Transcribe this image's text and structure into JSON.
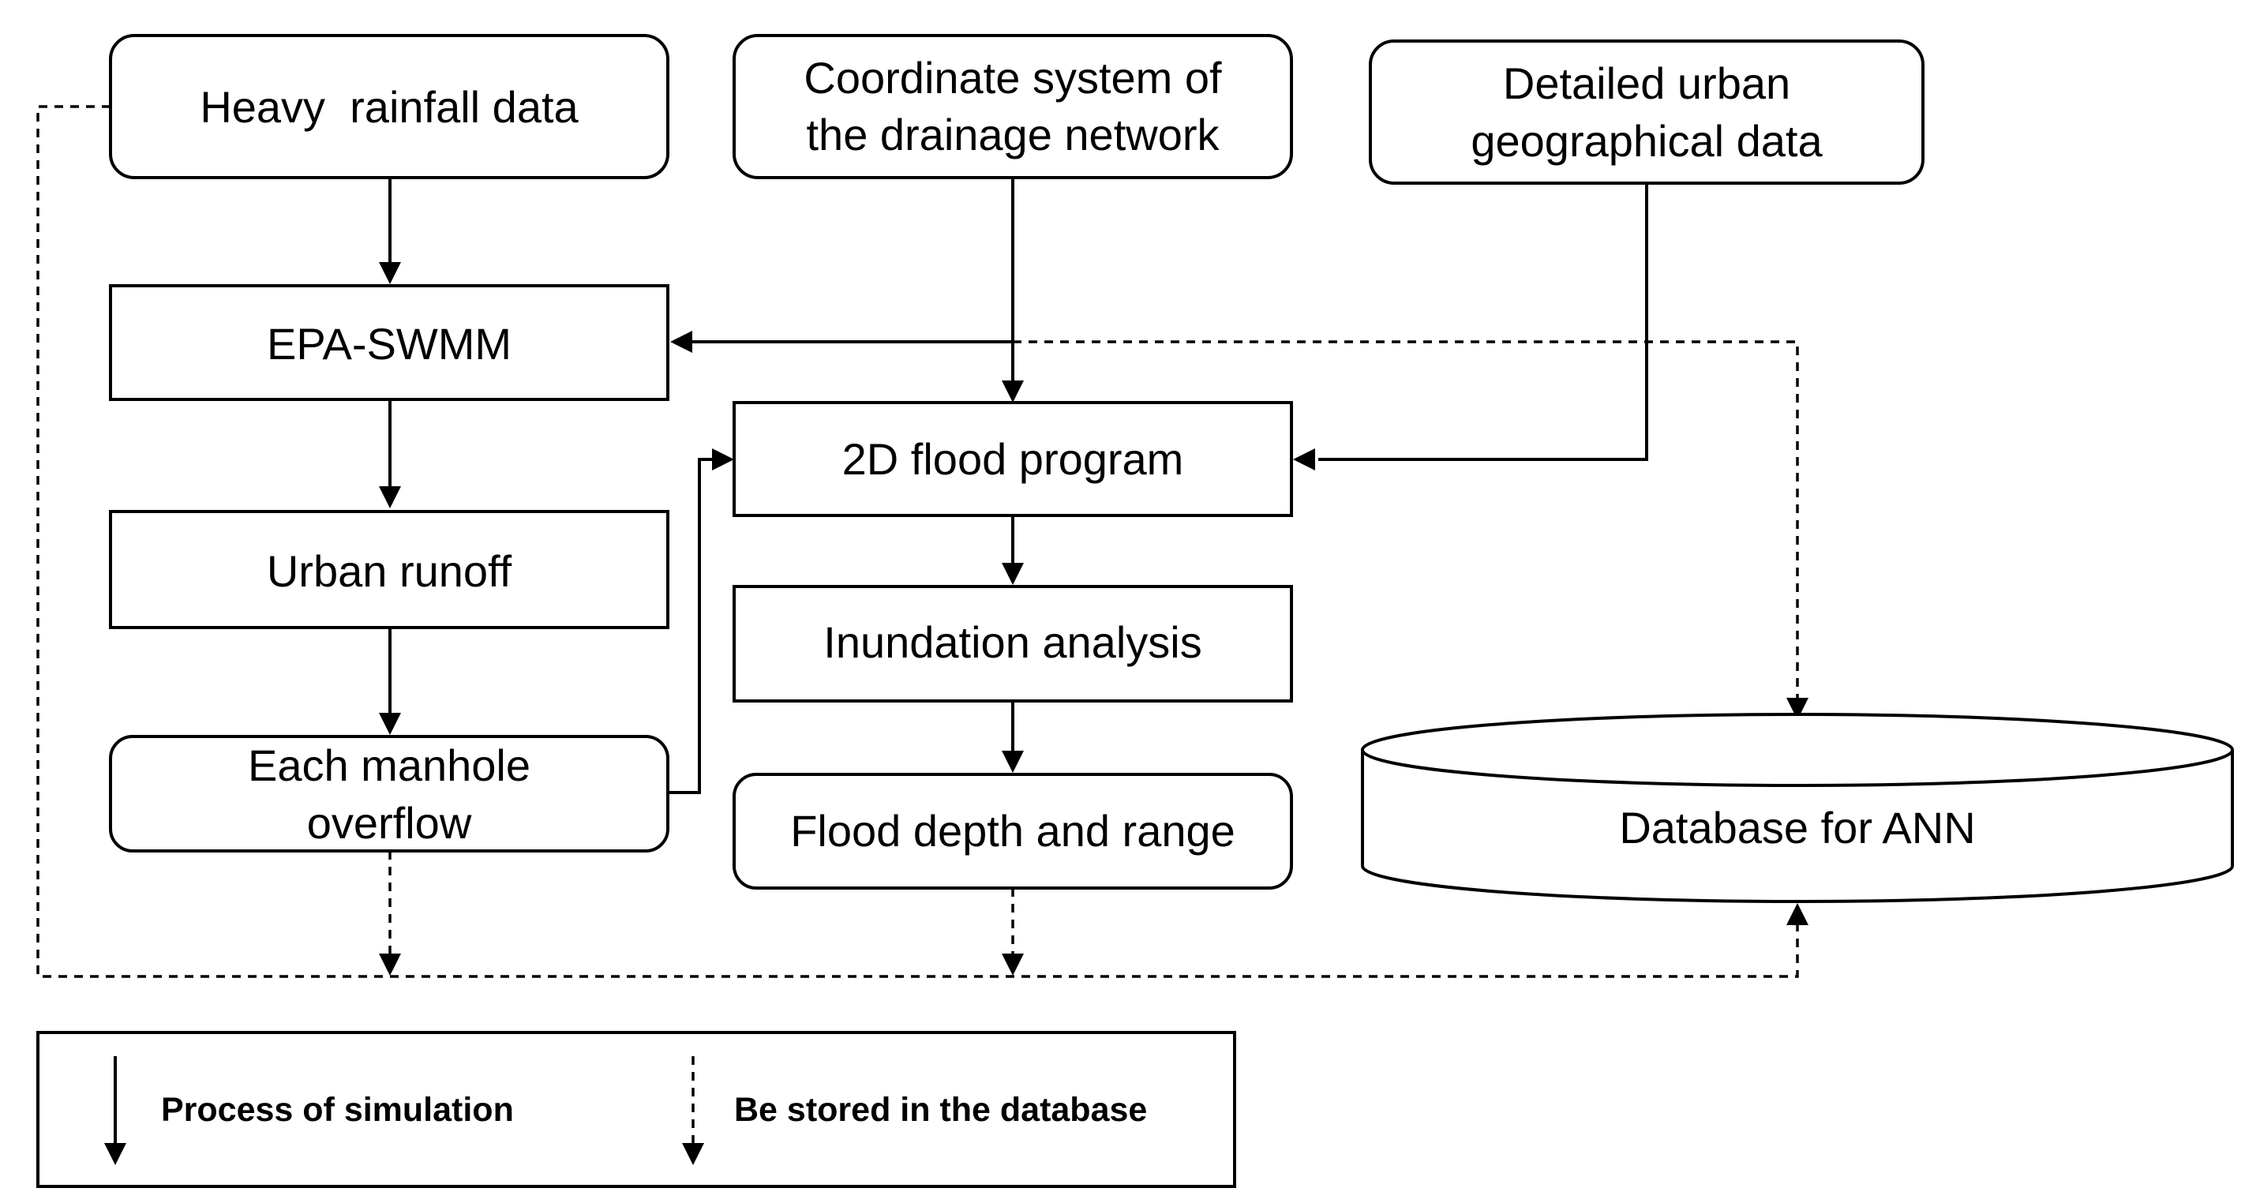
{
  "nodes": {
    "heavy_rainfall": "Heavy  rainfall data",
    "coordinate_line1": "Coordinate system of",
    "coordinate_line2": "the drainage network",
    "urban_geo_line1": "Detailed urban",
    "urban_geo_line2": "geographical data",
    "epa_swmm": "EPA-SWMM",
    "flood_program": "2D flood program",
    "urban_runoff": "Urban runoff",
    "inundation": "Inundation analysis",
    "manhole_line1": "Each manhole",
    "manhole_line2": "overflow",
    "flood_depth": "Flood depth and range",
    "database": "Database for ANN"
  },
  "legend": {
    "solid_label": "Process of simulation",
    "dashed_label": "Be stored in the database"
  }
}
